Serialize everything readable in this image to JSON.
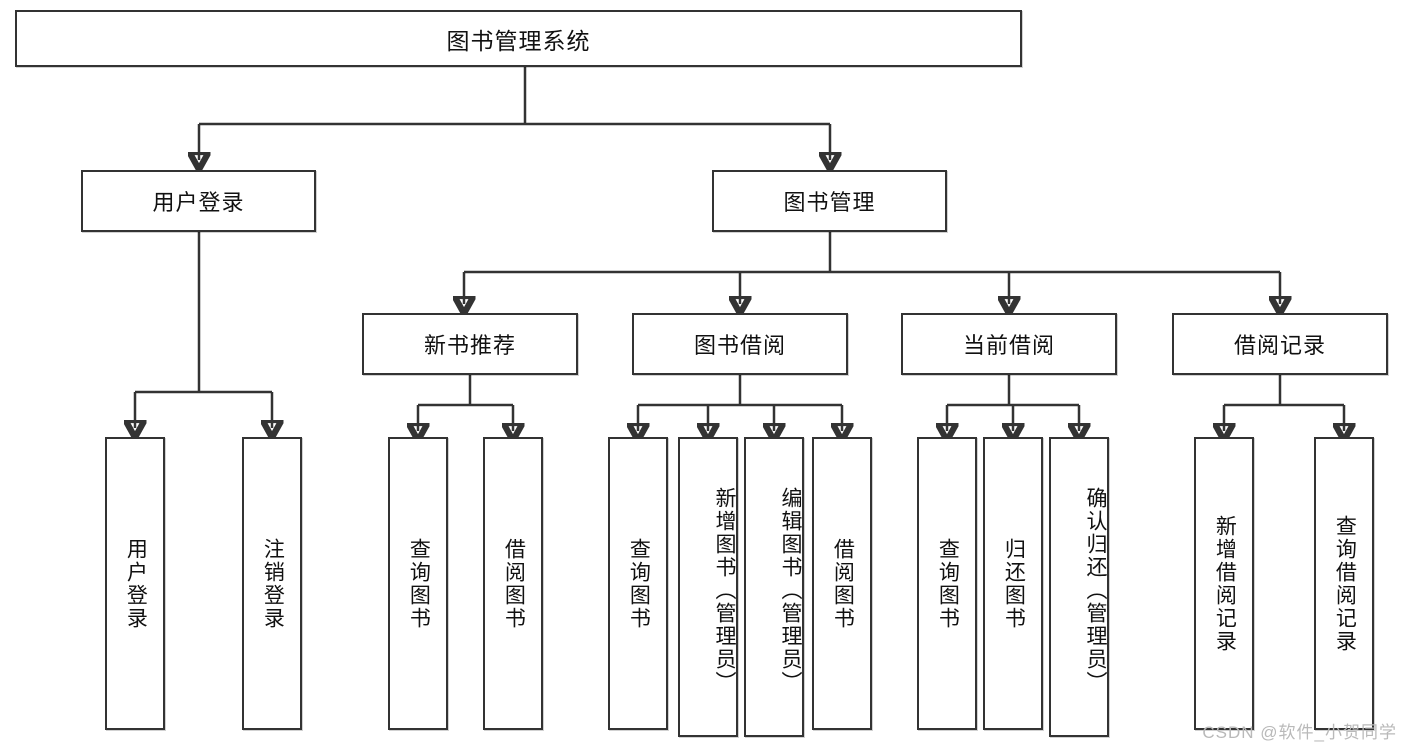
{
  "diagram": {
    "title": "图书管理系统",
    "type": "tree",
    "watermark": "CSDN @软件_小贺同学",
    "levels": {
      "root": "图书管理系统",
      "level2": [
        "用户登录",
        "图书管理"
      ],
      "level3": [
        "新书推荐",
        "图书借阅",
        "当前借阅",
        "借阅记录"
      ]
    },
    "nodes": {
      "root": {
        "label": "图书管理系统"
      },
      "user_login": {
        "label": "用户登录"
      },
      "book_manage": {
        "label": "图书管理"
      },
      "new_book_rec": {
        "label": "新书推荐"
      },
      "book_borrow": {
        "label": "图书借阅"
      },
      "current_borrow": {
        "label": "当前借阅"
      },
      "borrow_record": {
        "label": "借阅记录"
      },
      "leaf_user_login": {
        "label": "用户登录"
      },
      "leaf_logout": {
        "label": "注销登录"
      },
      "leaf_query_book_1": {
        "label": "查询图书"
      },
      "leaf_borrow_book_1": {
        "label": "借阅图书"
      },
      "leaf_query_book_2": {
        "label": "查询图书"
      },
      "leaf_add_book": {
        "label": "新增图书（管理员）"
      },
      "leaf_edit_book": {
        "label": "编辑图书（管理员）"
      },
      "leaf_borrow_book_2": {
        "label": "借阅图书"
      },
      "leaf_query_book_3": {
        "label": "查询图书"
      },
      "leaf_return_book": {
        "label": "归还图书"
      },
      "leaf_confirm_return": {
        "label": "确认归还（管理员）"
      },
      "leaf_add_record": {
        "label": "新增借阅记录"
      },
      "leaf_query_record": {
        "label": "查询借阅记录"
      }
    },
    "edges": [
      {
        "from": "root",
        "to": "user_login"
      },
      {
        "from": "root",
        "to": "book_manage"
      },
      {
        "from": "user_login",
        "to": "leaf_user_login"
      },
      {
        "from": "user_login",
        "to": "leaf_logout"
      },
      {
        "from": "book_manage",
        "to": "new_book_rec"
      },
      {
        "from": "book_manage",
        "to": "book_borrow"
      },
      {
        "from": "book_manage",
        "to": "current_borrow"
      },
      {
        "from": "book_manage",
        "to": "borrow_record"
      },
      {
        "from": "new_book_rec",
        "to": "leaf_query_book_1"
      },
      {
        "from": "new_book_rec",
        "to": "leaf_borrow_book_1"
      },
      {
        "from": "book_borrow",
        "to": "leaf_query_book_2"
      },
      {
        "from": "book_borrow",
        "to": "leaf_add_book"
      },
      {
        "from": "book_borrow",
        "to": "leaf_edit_book"
      },
      {
        "from": "book_borrow",
        "to": "leaf_borrow_book_2"
      },
      {
        "from": "current_borrow",
        "to": "leaf_query_book_3"
      },
      {
        "from": "current_borrow",
        "to": "leaf_return_book"
      },
      {
        "from": "current_borrow",
        "to": "leaf_confirm_return"
      },
      {
        "from": "borrow_record",
        "to": "leaf_add_record"
      },
      {
        "from": "borrow_record",
        "to": "leaf_query_record"
      }
    ],
    "colors": {
      "border": "#333333",
      "background": "#ffffff",
      "text": "#111111",
      "watermark": "#b9b9b9"
    }
  }
}
